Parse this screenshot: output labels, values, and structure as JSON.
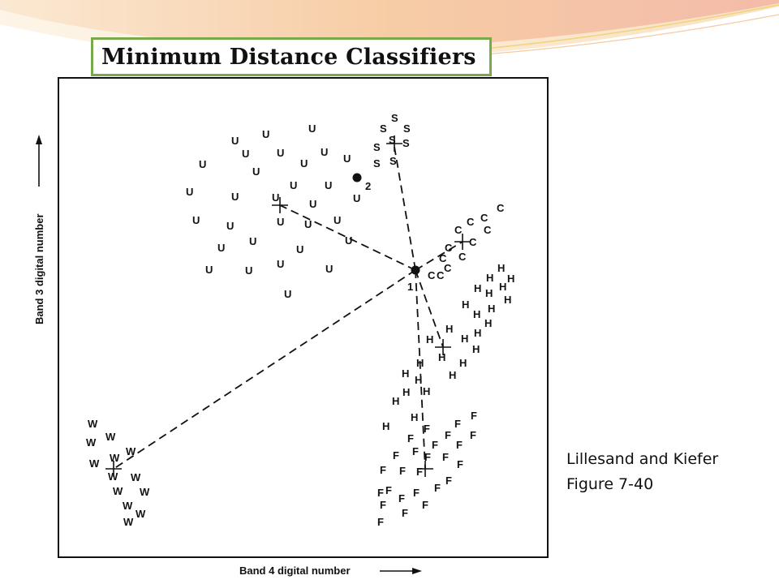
{
  "slide": {
    "title": "Minimum Distance Classifiers",
    "caption_line1": "Lillesand and Kiefer",
    "caption_line2": "Figure 7-40"
  },
  "diagram": {
    "x_axis_label": "Band 4 digital number",
    "y_axis_label": "Band 3 digital number",
    "unknown_points": [
      {
        "label": "1"
      },
      {
        "label": "2"
      }
    ],
    "class_letters": [
      "U",
      "S",
      "C",
      "H",
      "F",
      "W"
    ]
  },
  "colors": {
    "title_border": "#78a94a",
    "swoosh_peach": "#f6c9a0",
    "swoosh_gold": "#f0d37a",
    "swoosh_pink": "#f2b9a9"
  }
}
